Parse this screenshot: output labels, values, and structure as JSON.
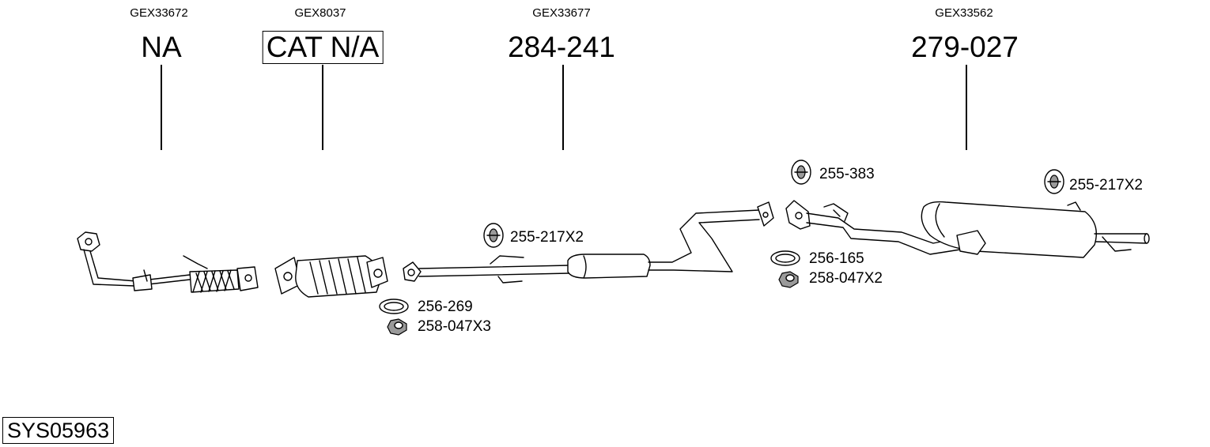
{
  "columns": [
    {
      "ref": "GEX33672",
      "part": "NA",
      "boxed": false
    },
    {
      "ref": "GEX8037",
      "part": "CAT N/A",
      "boxed": true
    },
    {
      "ref": "GEX33677",
      "part": "284-241",
      "boxed": false
    },
    {
      "ref": "GEX33562",
      "part": "279-027",
      "boxed": false
    }
  ],
  "accessories": {
    "hanger_1": "255-217X2",
    "gasket_1": "256-269",
    "nut_1": "258-047X3",
    "hanger_2": "255-383",
    "gasket_2": "256-165",
    "nut_2": "258-047X2",
    "hanger_3": "255-217X2"
  },
  "system_code": "SYS05963"
}
